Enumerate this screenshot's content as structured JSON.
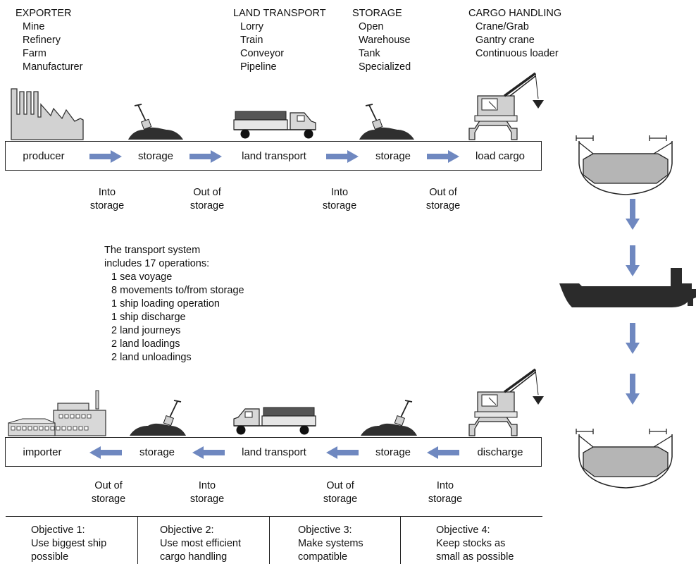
{
  "headers": {
    "exporter": {
      "title": "EXPORTER",
      "items": [
        "Mine",
        "Refinery",
        "Farm",
        "Manufacturer"
      ]
    },
    "land_transport": {
      "title": "LAND TRANSPORT",
      "items": [
        "Lorry",
        "Train",
        "Conveyor",
        "Pipeline"
      ]
    },
    "storage": {
      "title": "STORAGE",
      "items": [
        "Open",
        "Warehouse",
        "Tank",
        "Specialized"
      ]
    },
    "cargo_handling": {
      "title": "CARGO HANDLING",
      "items": [
        "Crane/Grab",
        "Gantry crane",
        "Continuous loader"
      ]
    }
  },
  "export_band": {
    "stages": [
      "producer",
      "storage",
      "land transport",
      "storage",
      "load cargo"
    ],
    "captions": [
      {
        "line1": "Into",
        "line2": "storage"
      },
      {
        "line1": "Out of",
        "line2": "storage"
      },
      {
        "line1": "Into",
        "line2": "storage"
      },
      {
        "line1": "Out of",
        "line2": "storage"
      }
    ]
  },
  "operations": {
    "intro_line1": "The transport system",
    "intro_line2": "includes 17 operations:",
    "items": [
      "1 sea voyage",
      "8 movements to/from storage",
      "1 ship loading operation",
      "1 ship discharge",
      "2 land journeys",
      "2 land loadings",
      "2 land unloadings"
    ]
  },
  "import_band": {
    "stages": [
      "importer",
      "storage",
      "land transport",
      "storage",
      "discharge"
    ],
    "captions": [
      {
        "line1": "Out of",
        "line2": "storage"
      },
      {
        "line1": "Into",
        "line2": "storage"
      },
      {
        "line1": "Out of",
        "line2": "storage"
      },
      {
        "line1": "Into",
        "line2": "storage"
      }
    ]
  },
  "objectives": [
    {
      "title": "Objective 1:",
      "line1": "Use biggest ship",
      "line2": "possible"
    },
    {
      "title": "Objective 2:",
      "line1": "Use most efficient",
      "line2": "cargo handling"
    },
    {
      "title": "Objective 3:",
      "line1": "Make systems",
      "line2": "compatible"
    },
    {
      "title": "Objective 4:",
      "line1": "Keep stocks as",
      "line2": "small as possible"
    }
  ],
  "colors": {
    "arrow": "#6f88c0",
    "dark": "#3a3a3a",
    "grey": "#c8c8c8"
  }
}
